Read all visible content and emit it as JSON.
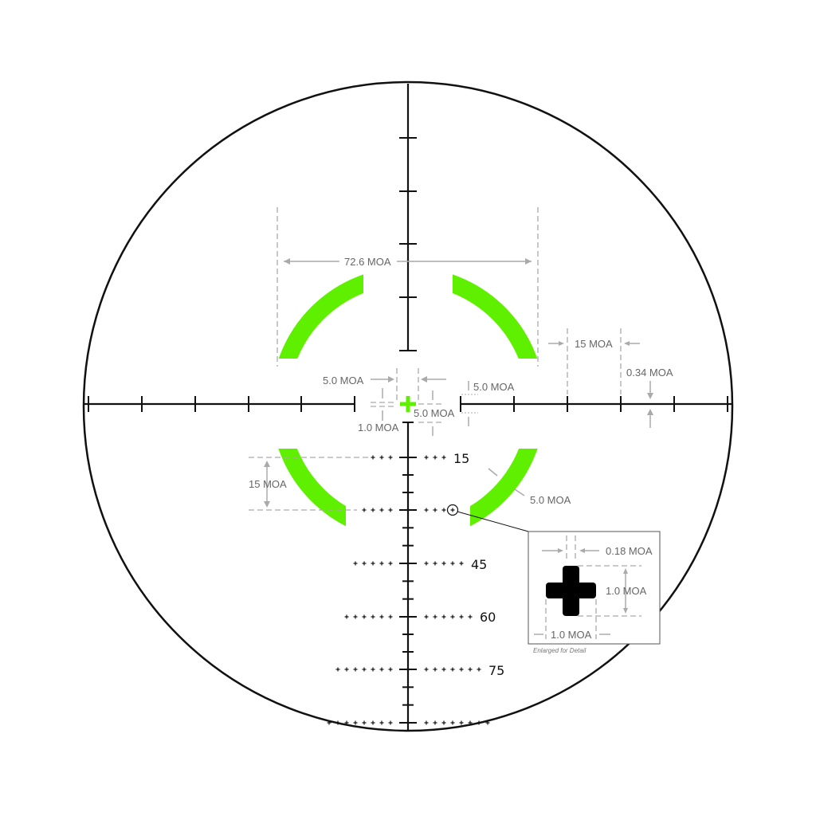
{
  "colors": {
    "reticle": "#111111",
    "illumination": "#5ff000",
    "annotation": "#aaaaaa"
  },
  "labels": {
    "arc_span": "72.6 MOA",
    "tick_spacing_right": "15 MOA",
    "tick_thickness": "0.34 MOA",
    "center_gap_width": "5.0 MOA",
    "center_gap_right": "5.0 MOA",
    "center_gap_lower": "5.0 MOA",
    "center_line_thickness": "1.0 MOA",
    "holdover_spacing": "15 MOA",
    "arc_thickness": "5.0 MOA"
  },
  "holdover_numbers": [
    "15",
    "45",
    "60",
    "75"
  ],
  "detail": {
    "stroke_width": "0.18 MOA",
    "height": "1.0 MOA",
    "width": "1.0 MOA",
    "caption": "Enlarged for Detail"
  }
}
